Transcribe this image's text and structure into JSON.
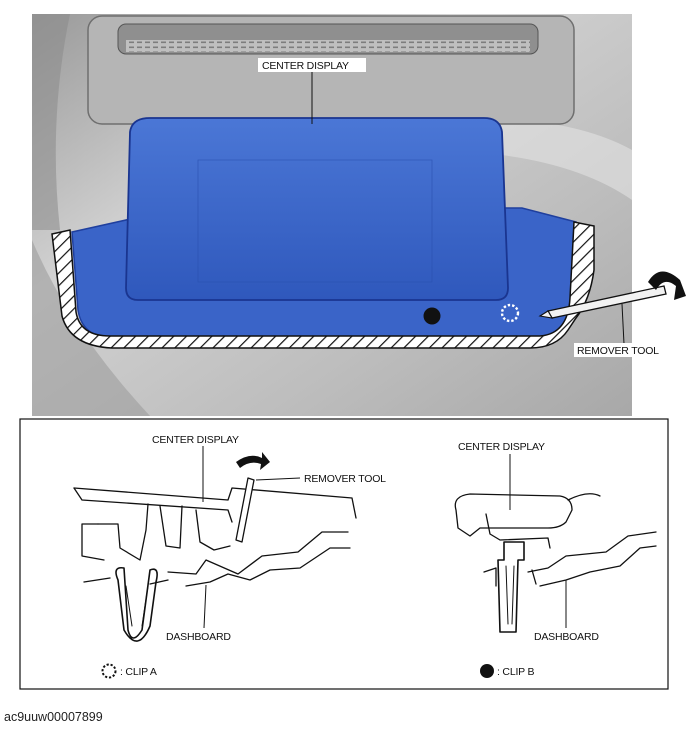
{
  "top_view": {
    "label_center_display": "CENTER DISPLAY",
    "label_remover_tool": "REMOVER TOOL"
  },
  "left_detail": {
    "label_center_display": "CENTER DISPLAY",
    "label_remover_tool": "REMOVER TOOL",
    "label_dashboard": "DASHBOARD",
    "legend_clip_a": ": CLIP A"
  },
  "right_detail": {
    "label_center_display": "CENTER DISPLAY",
    "label_dashboard": "DASHBOARD",
    "legend_clip_b": ": CLIP B"
  },
  "caption": "ac9uuw00007899",
  "colors": {
    "display_blue": "#3a64c8",
    "display_blue_dark": "#1f3f9e",
    "dashboard_gray": "#b9b9b9",
    "outline": "#111111"
  },
  "icons": {
    "clip_a": "dotted-circle-icon",
    "clip_b": "filled-circle-icon",
    "pull_direction": "curved-arrow-icon"
  }
}
